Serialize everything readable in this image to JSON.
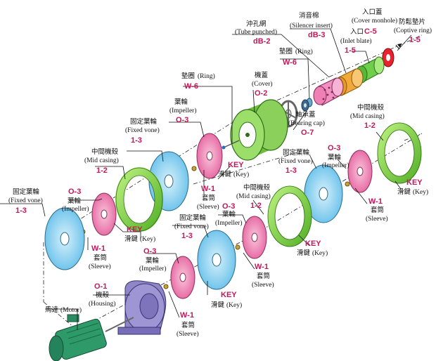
{
  "labels": {
    "tube_punched": {
      "zh": "沖孔網",
      "en": "(Tube punched)",
      "code": "dB-2"
    },
    "silencer_insert": {
      "zh": "消音棉",
      "en": "(Silencer insert)",
      "code": "dB-3"
    },
    "cover_monhole": {
      "zh": "入口蓋",
      "en": "(Cover monhole)",
      "zh2": "入口",
      "code": "C-5"
    },
    "inlet_blate": {
      "en": "(Inlet blate)",
      "code": "1-5"
    },
    "coptive_ring": {
      "zh": "防鬆墊片",
      "en": "(Coptive ring)",
      "code": "1-5"
    },
    "ring_top": {
      "zh": "墊圈",
      "en": "(Ring)",
      "code": "W-6"
    },
    "cover": {
      "zh": "機蓋",
      "en": "(Cover)",
      "code": "O-2"
    },
    "ring_left": {
      "zh": "墊圈",
      "en": "(Ring)",
      "code": "W-6"
    },
    "impeller_top": {
      "zh": "葉輪",
      "en": "(Impeller)",
      "code": "O-3"
    },
    "bearing_cap": {
      "zh": "軸承蓋",
      "en": "(Bearing cap)",
      "code": "O-7"
    },
    "mid_casing_right": {
      "zh": "中間機殼",
      "en": "(Mid casing)",
      "code": "1-2"
    },
    "fixed_vane_top": {
      "zh": "固定葉輪",
      "en": "(Fixed vone)",
      "code": "1-3"
    },
    "key_top": {
      "code": "KEY",
      "zh": "滑鍵",
      "en": "(Key)"
    },
    "sleeve_top": {
      "code": "W-1",
      "zh": "套筒",
      "en": "(Sleeve)"
    },
    "mid_casing_left": {
      "zh": "中間機殼",
      "en": "(Mid casing)",
      "code": "1-2"
    },
    "fixed_vane_right": {
      "zh": "固定葉輪",
      "en": "(Fixed vone)",
      "code": "1-3"
    },
    "impeller_right": {
      "zh": "葉輪",
      "en": "(Impeller)",
      "code": "O-3"
    },
    "key_right_top": {
      "code": "KEY",
      "zh": "滑鍵",
      "en": "(Key)"
    },
    "sleeve_right_top": {
      "code": "W-1",
      "zh": "套筒",
      "en": "(Sleeve)"
    },
    "fixed_vane_left": {
      "zh": "固定葉輪",
      "en": "(Fixed vone)",
      "code": "1-3"
    },
    "impeller_left": {
      "zh": "葉輪",
      "en": "(Impeller)",
      "code": "O-3"
    },
    "key_left": {
      "code": "KEY",
      "zh": "滑鍵",
      "en": "(Key)"
    },
    "sleeve_left": {
      "code": "W-1",
      "zh": "套筒",
      "en": "(Sleeve)"
    },
    "mid_casing_center": {
      "zh": "中間機殼",
      "en": "(Mid casing)",
      "code": "1-2"
    },
    "impeller_center": {
      "zh": "葉輪",
      "en": "(Impeller)",
      "code": "O-3"
    },
    "key_center": {
      "code": "KEY",
      "zh": "滑鍵",
      "en": "(Key)"
    },
    "sleeve_center": {
      "code": "W-1",
      "zh": "套筒",
      "en": "(Sleeve)"
    },
    "fixed_vane_center": {
      "zh": "固定葉輪",
      "en": "(Fixed vone)",
      "code": "1-3"
    },
    "impeller_bottom": {
      "zh": "葉輪",
      "en": "(Impeller)",
      "code": "O-3"
    },
    "key_bottom": {
      "code": "KEY",
      "zh": "滑鍵",
      "en": "(Key)"
    },
    "sleeve_bottom": {
      "code": "W-1",
      "zh": "套筒",
      "en": "(Sleeve)"
    },
    "housing": {
      "zh": "機殼",
      "en": "(Housing)",
      "code": "O-1"
    },
    "motor": {
      "zh": "馬達",
      "en": "(Motor)"
    }
  },
  "colors": {
    "impeller": "#ee86b4",
    "fixed_vane": "#8fd3f2",
    "mid_casing": "#8fd64e",
    "cover": "#8ad05a",
    "housing": "#8f86c8",
    "motor": "#2e9a6a",
    "silencer": "#f2a93a",
    "inlet": "#6fcf4a",
    "coptive": "#e8222e",
    "code": "#c2185b"
  }
}
